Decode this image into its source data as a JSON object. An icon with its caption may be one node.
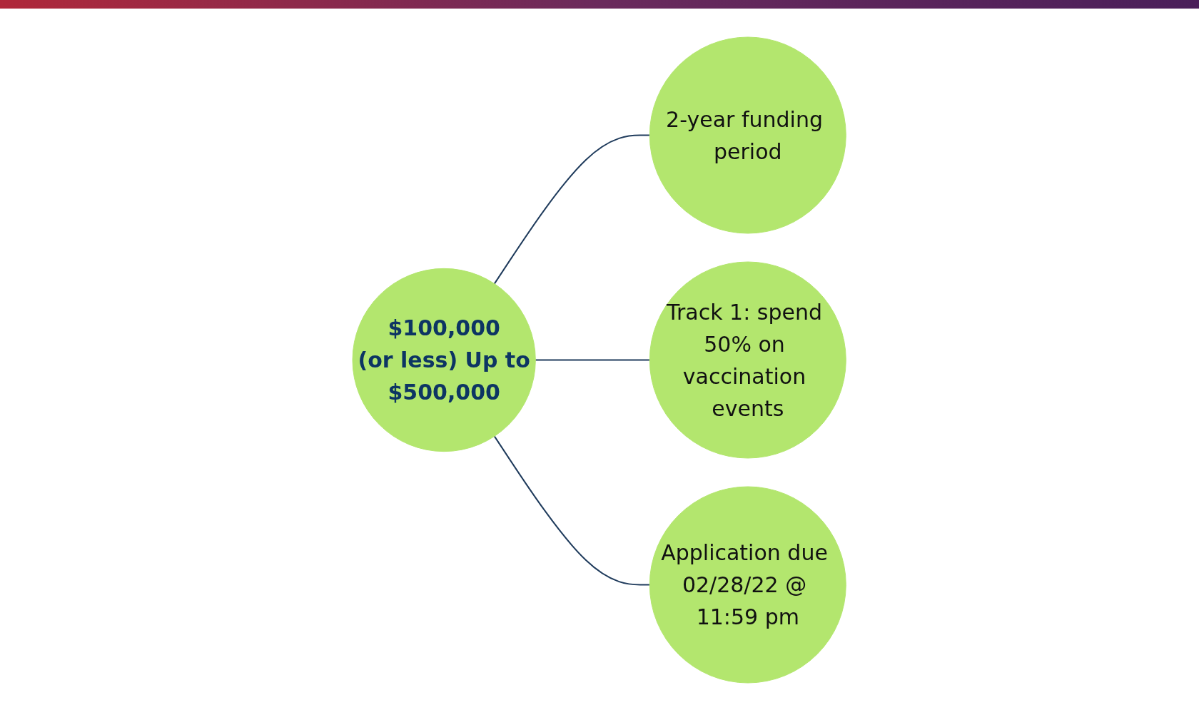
{
  "diagram": {
    "nodes": [
      {
        "text": [
          "$100,000",
          "(or less) Up to",
          "$500,000"
        ]
      },
      {
        "text": [
          "2-year funding period"
        ]
      },
      {
        "text": [
          "Track 1: spend 50% on vaccination events"
        ]
      },
      {
        "text": [
          "Application due 02/28/22 @ 11:59 pm"
        ]
      }
    ],
    "edges": [
      {
        "from": 0,
        "to": 1,
        "arrow": "none"
      },
      {
        "from": 0,
        "to": 2,
        "arrow": "none"
      },
      {
        "from": 0,
        "to": 3,
        "arrow": "none"
      }
    ]
  }
}
